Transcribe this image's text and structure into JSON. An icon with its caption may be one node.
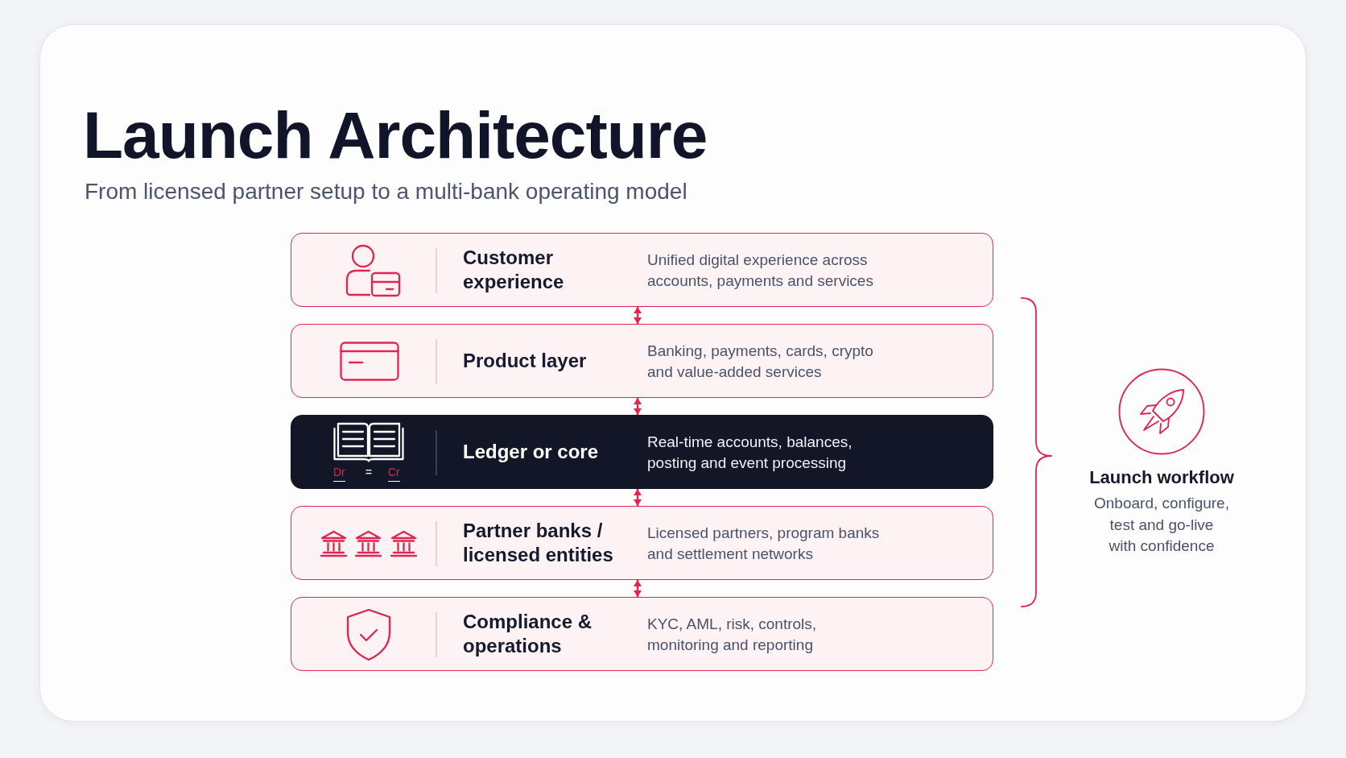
{
  "diagram": {
    "title": "Launch Architecture",
    "nodes": [
      {
        "text": [
          "Customer experience",
          "Unified digital experience across accounts, payments and services"
        ]
      },
      {
        "text": [
          "Product layer",
          "Banking, payments, cards, crypto and value-added services"
        ]
      },
      {
        "text": [
          "Dr",
          "=",
          "Cr",
          "Ledger or core",
          "Real-time accounts, balances, posting and event processing"
        ]
      },
      {
        "text": [
          "Partner banks / licensed entities",
          "Licensed partners, program banks and settlement networks"
        ]
      },
      {
        "text": [
          "Compliance & operations",
          "KYC, AML, risk, controls, monitoring and reporting"
        ]
      },
      {
        "text": [
          "Launch workflow",
          "Onboard, configure, test and go-live with confidence"
        ]
      }
    ],
    "edges": [
      {
        "from": 0,
        "to": 1,
        "arrow": "both"
      },
      {
        "from": 1,
        "to": 2,
        "arrow": "both"
      },
      {
        "from": 2,
        "to": 3,
        "arrow": "both"
      },
      {
        "from": 3,
        "to": 4,
        "arrow": "both"
      }
    ],
    "labels": [
      "From licensed partner setup to a multi-bank operating model"
    ]
  }
}
